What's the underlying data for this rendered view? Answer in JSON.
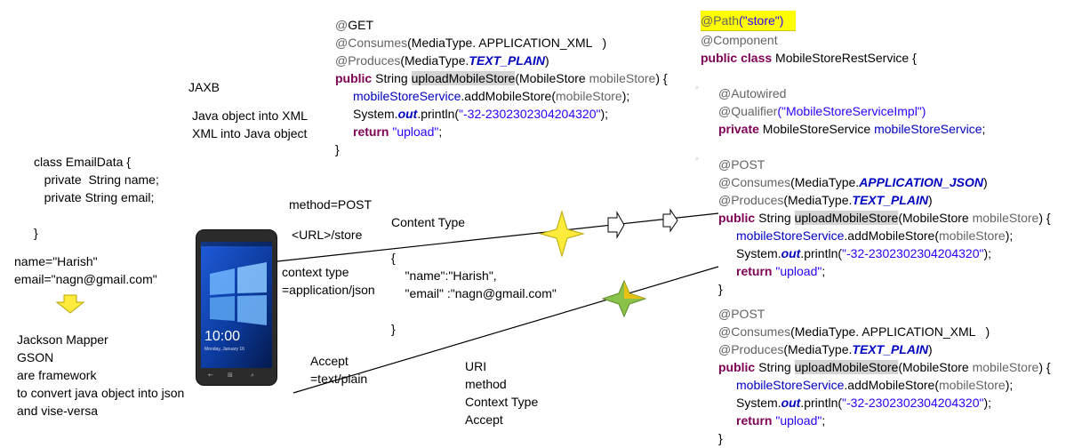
{
  "left_notes": {
    "jaxb": "JAXB",
    "jaxb_line1": "Java object into XML",
    "jaxb_line2": "XML into Java object",
    "class_lines": [
      "class EmailData {",
      "   private  String name;",
      "   private String email;",
      "",
      "}"
    ],
    "data_lines": [
      "name=\"Harish\"",
      "email=\"nagn@gmail.com\""
    ],
    "jackson_lines": [
      "Jackson Mapper",
      "GSON",
      "are framework",
      "to convert java object into json",
      "and vise-versa"
    ]
  },
  "request": {
    "method": "method=POST",
    "url": "<URL>/store",
    "ctx_type_1": "context type",
    "ctx_type_2": "=application/json",
    "accept_1": "Accept",
    "accept_2": "=text/plain",
    "content_type": "Content Type",
    "json_lines": [
      "{",
      "    \"name\":\"Harish\",",
      "    \"email\" :\"nagn@gmail.com\"",
      "",
      "}"
    ],
    "uri_lines": [
      "URI",
      "method",
      "Context Type",
      "Accept"
    ]
  },
  "phone": {
    "time": "10:00",
    "date": "Monday, January 16"
  },
  "code_top": {
    "l1_ann": "@",
    "l1_rest": "GET",
    "l2_ann": "@Consumes",
    "l2_rest": "(MediaType. APPLICATION_XML   )",
    "l3_ann": "@Produces",
    "l3_a": "(MediaType.",
    "l3_b": "TEXT_PLAIN",
    "l3_c": ")",
    "l4_kw": "public",
    "l4_a": " String ",
    "l4_m": "uploadMobileStore",
    "l4_b": "(MobileStore ",
    "l4_p": "mobileStore",
    "l4_c": ") {",
    "l5_f": "mobileStoreService",
    "l5_a": ".addMobileStore(",
    "l5_p": "mobileStore",
    "l5_b": ");",
    "l6_a": "System.",
    "l6_o": "out",
    "l6_b": ".println(",
    "l6_s": "\"-32-2302302304204320\"",
    "l6_c": ");",
    "l7_kw": "return",
    "l7_s": " \"upload\"",
    "l7_c": ";",
    "l8": "}"
  },
  "code_right": {
    "path_ann": "@Path",
    "path_val": "(\"store\")",
    "component": "@Component",
    "cls_kw": "public class",
    "cls_rest": " MobileStoreRestService {",
    "autowired": "@Autowired",
    "qual_ann": "@Qualifier",
    "qual_val": "(\"MobileStoreServiceImpl\")",
    "priv_kw": "private",
    "priv_a": " MobileStoreService ",
    "priv_f": "mobileStoreService",
    "priv_b": ";",
    "m1": {
      "ann": "@POST",
      "cons_ann": "@Consumes",
      "cons_a": "(MediaType.",
      "cons_b": "APPLICATION_JSON",
      "cons_c": ")",
      "prod_ann": "@Produces",
      "prod_a": "(MediaType.",
      "prod_b": "TEXT_PLAIN",
      "prod_c": ")",
      "close": "}"
    },
    "m2": {
      "ann": "@POST",
      "cons_ann": "@Consumes",
      "cons_a": "(MediaType. APPLICATION_XML   )",
      "prod_ann": "@Produces",
      "prod_a": "(MediaType.",
      "prod_b": "TEXT_PLAIN",
      "prod_c": ")",
      "close": "}"
    }
  }
}
